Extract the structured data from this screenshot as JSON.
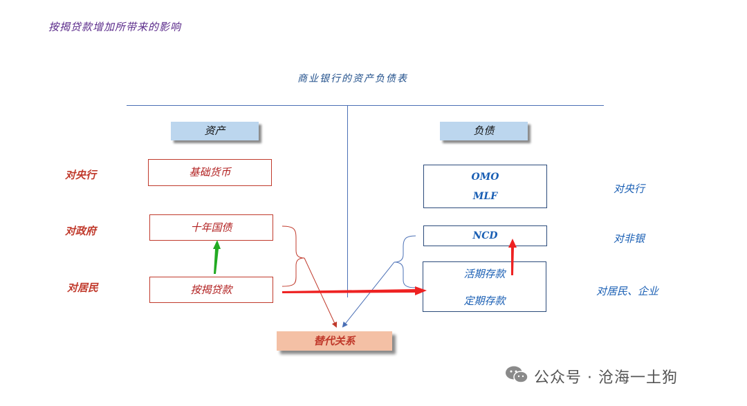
{
  "title": "按揭贷款增加所带来的影响",
  "center_title": "商业银行的资产负债表",
  "assets": {
    "header": "资产",
    "items": [
      "基础货币",
      "十年国债",
      "按揭贷款"
    ],
    "labels": [
      "对央行",
      "对政府",
      "对居民"
    ]
  },
  "liabilities": {
    "header": "负债",
    "cb_items": [
      "OMO",
      "MLF"
    ],
    "ncd": "NCD",
    "deposits": [
      "活期存款",
      "定期存款"
    ],
    "labels": [
      "对央行",
      "对非银",
      "对居民、企业"
    ]
  },
  "substitution": "替代关系",
  "watermark": "公众号 · 沧海一土狗",
  "colors": {
    "green_arrow": "#22aa22",
    "red_arrow": "#ee2222",
    "blue_line": "#4a6fb5"
  }
}
